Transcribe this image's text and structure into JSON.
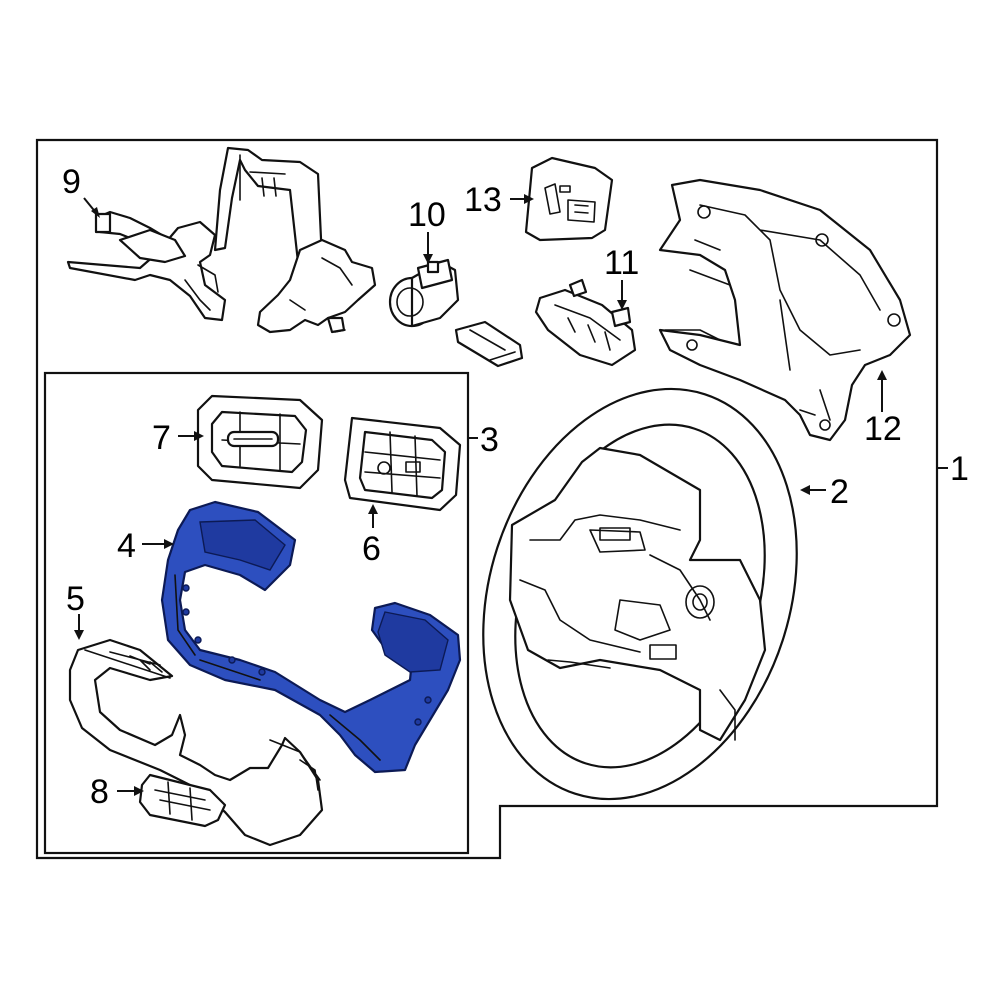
{
  "diagram": {
    "callouts": [
      {
        "id": "1",
        "text": "1"
      },
      {
        "id": "2",
        "text": "2"
      },
      {
        "id": "3",
        "text": "3"
      },
      {
        "id": "4",
        "text": "4"
      },
      {
        "id": "5",
        "text": "5"
      },
      {
        "id": "6",
        "text": "6"
      },
      {
        "id": "7",
        "text": "7"
      },
      {
        "id": "8",
        "text": "8"
      },
      {
        "id": "9",
        "text": "9"
      },
      {
        "id": "10",
        "text": "10"
      },
      {
        "id": "11",
        "text": "11"
      },
      {
        "id": "12",
        "text": "12"
      },
      {
        "id": "13",
        "text": "13"
      }
    ],
    "highlight_color": "#2d4fbf",
    "line_color": "#111111",
    "highlighted_part": "4"
  }
}
